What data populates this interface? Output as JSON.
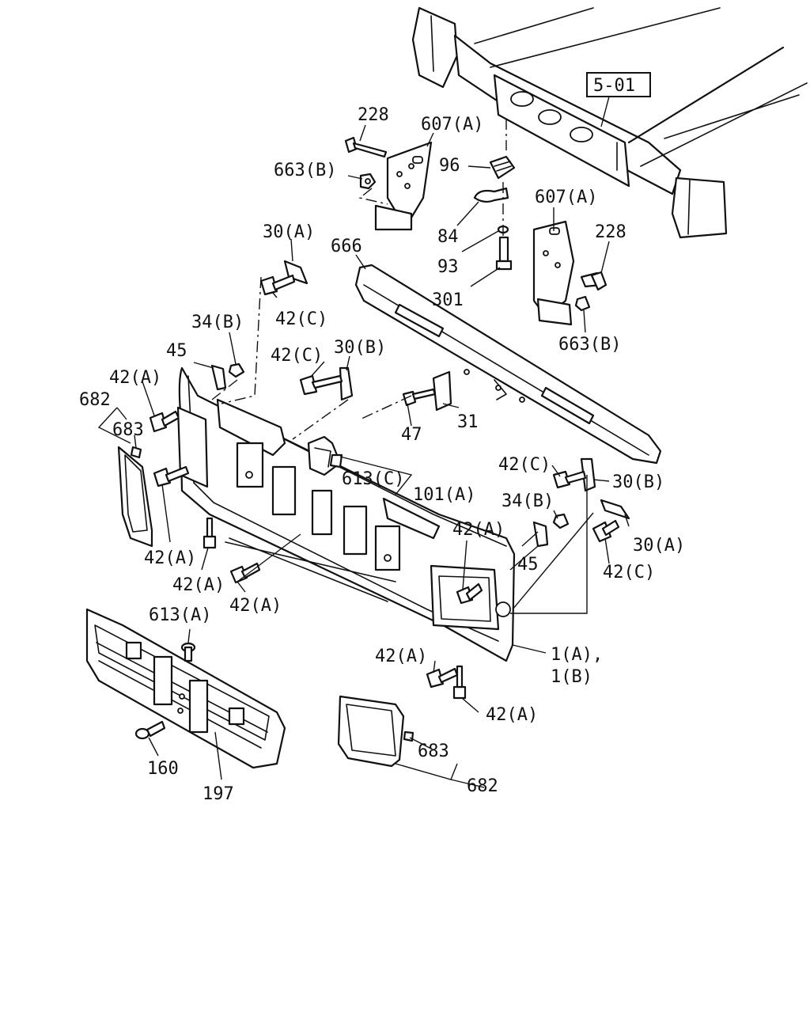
{
  "ref_box": "5-01",
  "labels": {
    "l228a": "228",
    "l607a1": "607(A)",
    "l663b1": "663(B)",
    "l96": "96",
    "l84": "84",
    "l93": "93",
    "l301": "301",
    "l607a2": "607(A)",
    "l228b": "228",
    "l663b2": "663(B)",
    "l666": "666",
    "l30a1": "30(A)",
    "l42c1": "42(C)",
    "l34b1": "34(B)",
    "l45a": "45",
    "l42c2": "42(C)",
    "l30b1": "30(B)",
    "l42a1": "42(A)",
    "l682a": "682",
    "l683a": "683",
    "l47": "47",
    "l31": "31",
    "l613c": "613(C)",
    "l101a": "101(A)",
    "l42c3": "42(C)",
    "l30b2": "30(B)",
    "l34b2": "34(B)",
    "l42a2": "42(A)",
    "l30a2": "30(A)",
    "l45b": "45",
    "l42c4": "42(C)",
    "l42a3": "42(A)",
    "l42a4": "42(A)",
    "l42a5": "42(A)",
    "l613a": "613(A)",
    "l1a": "1(A),",
    "l1b": "1(B)",
    "l42a6": "42(A)",
    "l42a7": "42(A)",
    "l683b": "683",
    "l682b": "682",
    "l160": "160",
    "l197": "197"
  }
}
